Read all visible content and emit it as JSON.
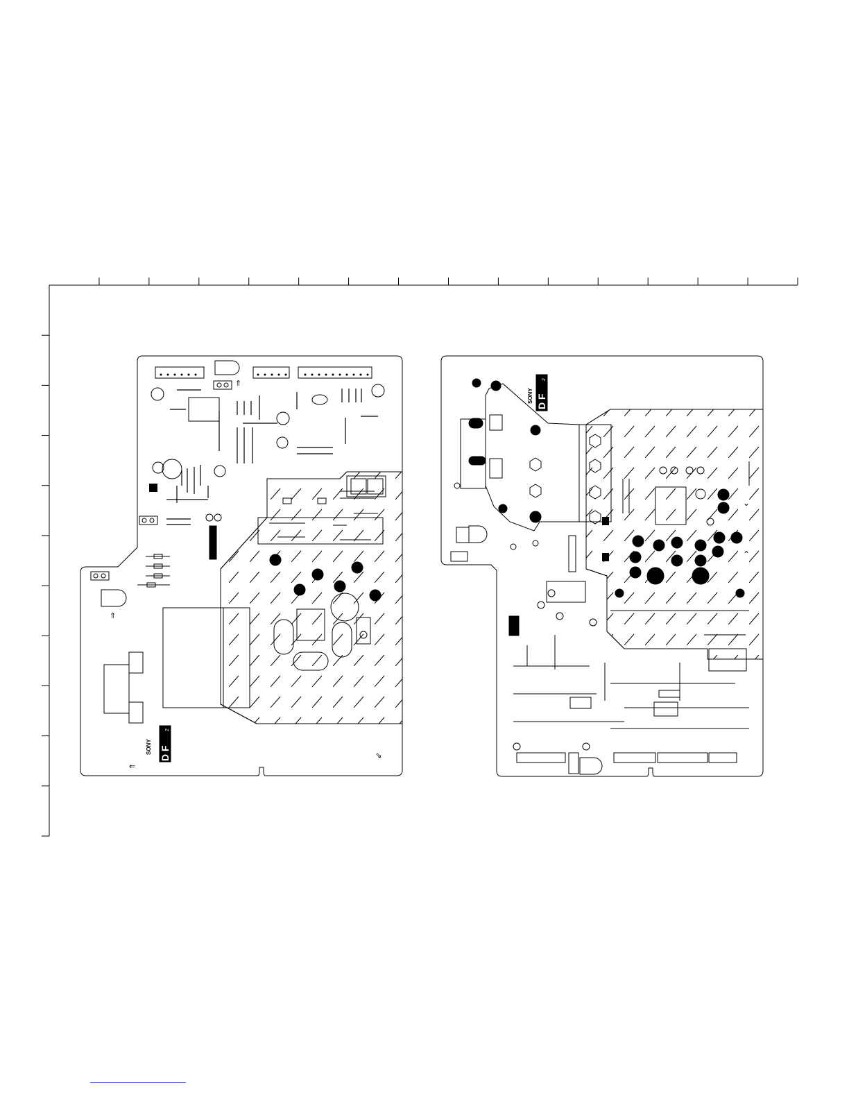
{
  "sheet": {
    "grid_columns": 15,
    "grid_rows": 11
  },
  "boards": [
    {
      "id": "board-left",
      "brand": "SONY",
      "logo_main": "D F",
      "logo_sub": "2"
    },
    {
      "id": "board-right",
      "brand": "SONY",
      "logo_main": "D F",
      "logo_sub": "2"
    }
  ],
  "colors": {
    "ink": "#000000",
    "paper": "#ffffff",
    "link": "#3344cc"
  },
  "icons": [
    "arrow-up-icon",
    "arrow-left-icon",
    "arrow-down-right-icon",
    "certification-mark-icon",
    "chevron-down-icon",
    "chevron-up-icon"
  ]
}
